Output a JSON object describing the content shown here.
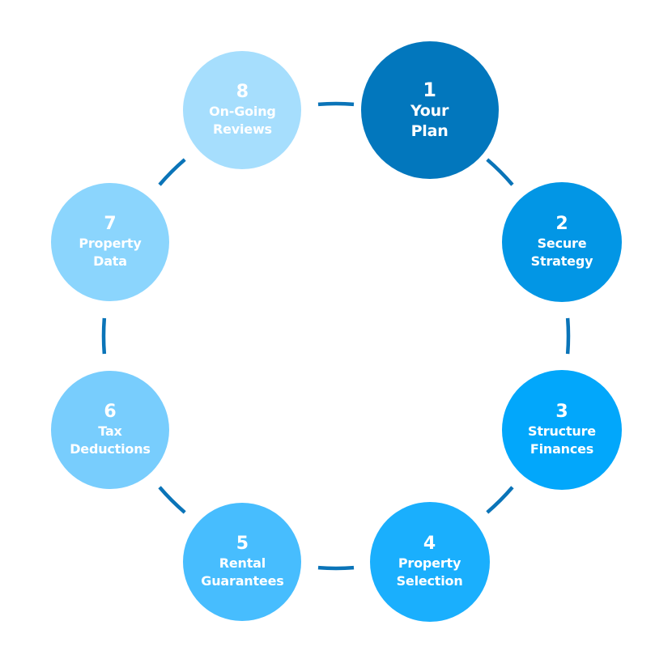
{
  "diagram": {
    "type": "cycle",
    "connector_color": "#0a74b8",
    "steps": [
      {
        "number": "1",
        "line1": "Your",
        "line2": "Plan",
        "color": "#0277bd"
      },
      {
        "number": "2",
        "line1": "Secure",
        "line2": "Strategy",
        "color": "#0296e5"
      },
      {
        "number": "3",
        "line1": "Structure",
        "line2": "Finances",
        "color": "#02a7fb"
      },
      {
        "number": "4",
        "line1": "Property",
        "line2": "Selection",
        "color": "#1aaffd"
      },
      {
        "number": "5",
        "line1": "Rental",
        "line2": "Guarantees",
        "color": "#47bdfe"
      },
      {
        "number": "6",
        "line1": "Tax",
        "line2": "Deductions",
        "color": "#78cdfd"
      },
      {
        "number": "7",
        "line1": "Property",
        "line2": "Data",
        "color": "#8bd5fd"
      },
      {
        "number": "8",
        "line1": "On-Going",
        "line2": "Reviews",
        "color": "#a6defd"
      }
    ]
  }
}
